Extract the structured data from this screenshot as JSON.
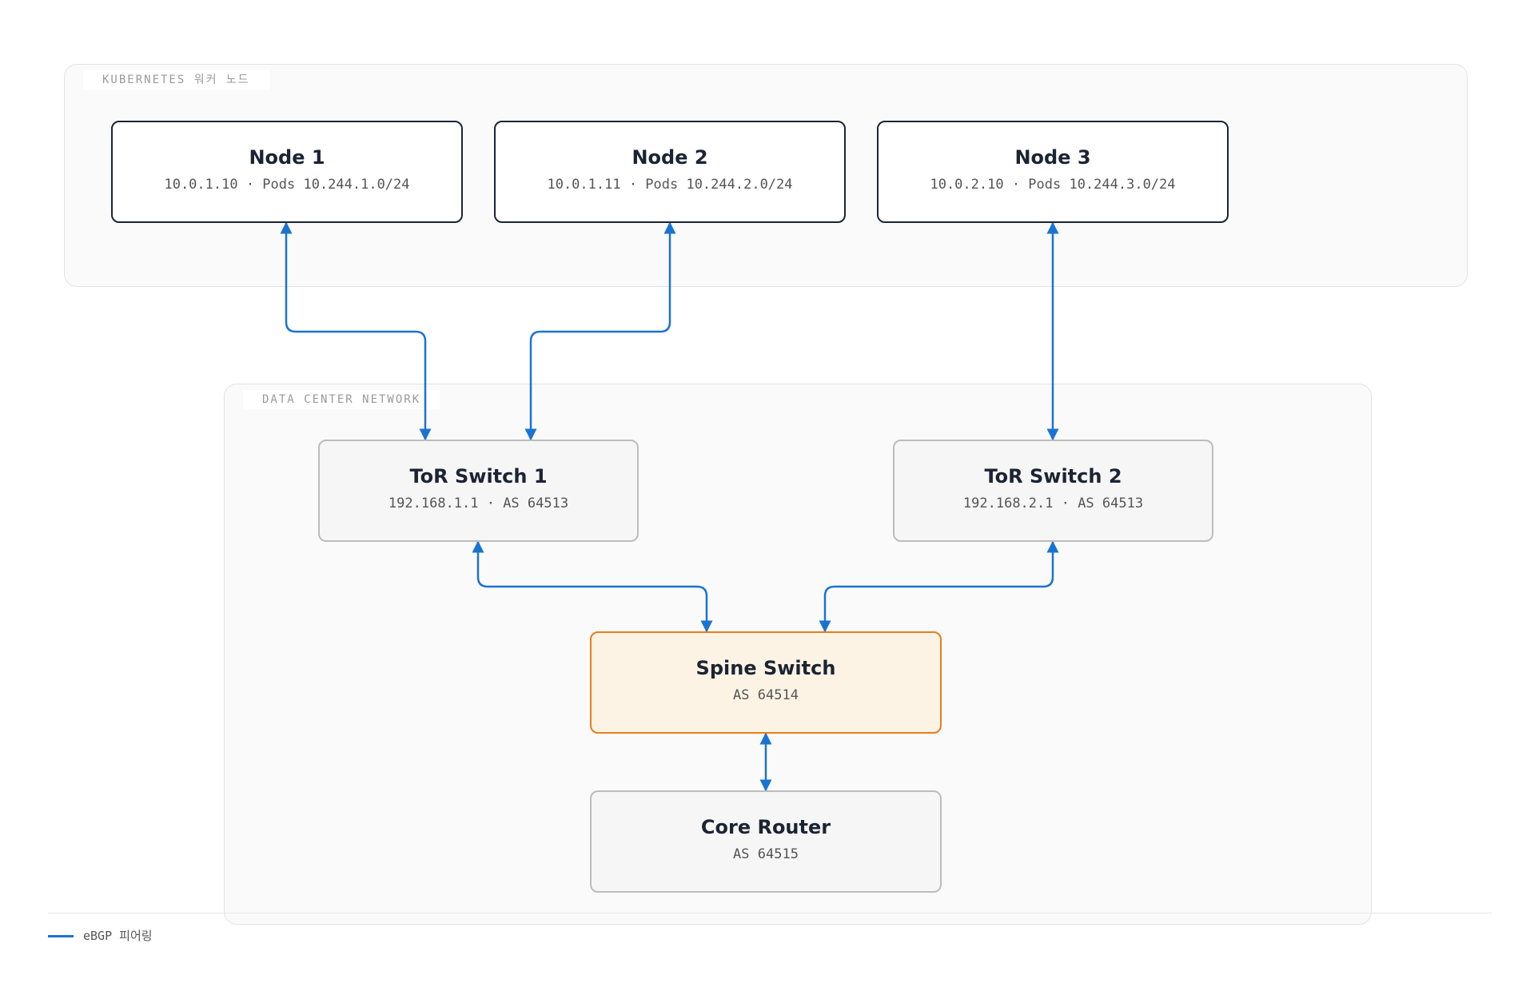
{
  "colors": {
    "link": "#1a73d1",
    "k8s_border": "#1b2433",
    "network_border": "#bcbcbc",
    "spine_fill": "#fdf3e4",
    "spine_border": "#e57e1e",
    "group_fill": "#fafafa"
  },
  "groups": {
    "kubernetes": {
      "label": "KUBERNETES 워커 노드"
    },
    "datacenter": {
      "label": "DATA CENTER NETWORK"
    }
  },
  "nodes": {
    "node1": {
      "title": "Node 1",
      "subtitle": "10.0.1.10 · Pods 10.244.1.0/24"
    },
    "node2": {
      "title": "Node 2",
      "subtitle": "10.0.1.11 · Pods 10.244.2.0/24"
    },
    "node3": {
      "title": "Node 3",
      "subtitle": "10.0.2.10 · Pods 10.244.3.0/24"
    },
    "tor1": {
      "title": "ToR Switch 1",
      "subtitle": "192.168.1.1 · AS 64513"
    },
    "tor2": {
      "title": "ToR Switch 2",
      "subtitle": "192.168.2.1 · AS 64513"
    },
    "spine": {
      "title": "Spine Switch",
      "subtitle": "AS 64514"
    },
    "core": {
      "title": "Core Router",
      "subtitle": "AS 64515"
    }
  },
  "links": [
    {
      "from": "node1",
      "to": "tor1",
      "type": "eBGP",
      "bidirectional": true
    },
    {
      "from": "node2",
      "to": "tor1",
      "type": "eBGP",
      "bidirectional": true
    },
    {
      "from": "node3",
      "to": "tor2",
      "type": "eBGP",
      "bidirectional": true
    },
    {
      "from": "tor1",
      "to": "spine",
      "type": "eBGP",
      "bidirectional": true
    },
    {
      "from": "tor2",
      "to": "spine",
      "type": "eBGP",
      "bidirectional": true
    },
    {
      "from": "spine",
      "to": "core",
      "type": "eBGP",
      "bidirectional": true
    }
  ],
  "legend": {
    "items": [
      {
        "label": "eBGP 피어링",
        "icon": "line-swatch"
      }
    ]
  }
}
